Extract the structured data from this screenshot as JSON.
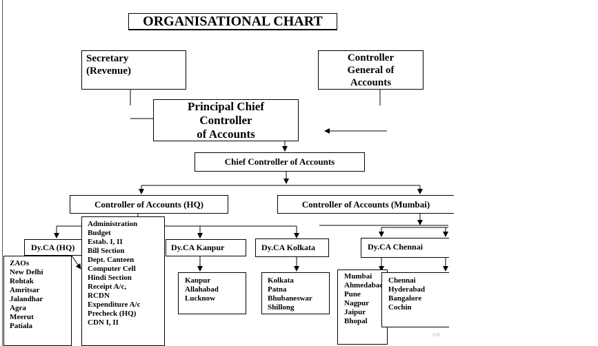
{
  "title": "ORGANISATIONAL CHART",
  "secretary": [
    "Secretary",
    "(Revenue)"
  ],
  "cga": [
    "Controller",
    "General of",
    "Accounts"
  ],
  "pcca": [
    "Principal Chief",
    "Controller",
    "of Accounts"
  ],
  "cca": "Chief Controller of Accounts",
  "ca_hq": "Controller of Accounts (HQ)",
  "ca_mumbai": "Controller of Accounts (Mumbai)",
  "dyca_hq": "Dy.CA (HQ)",
  "dyca_kanpur": "Dy.CA Kanpur",
  "dyca_kolkata": "Dy.CA Kolkata",
  "dyca_chennai": "Dy.CA Chennai",
  "hq_sections": [
    "Administration",
    "Budget",
    "Estab. I, II",
    "Bill Section",
    "Dept. Canteen",
    "Computer Cell",
    "Hindi Section",
    "Receipt A/c,",
    "RCDN",
    "Expenditure A/c",
    "Precheck (HQ)",
    "CDN I, II"
  ],
  "zaos": [
    "ZAOs",
    "New Delhi",
    "Rohtak",
    "Amritsar",
    "Jalandhar",
    "Agra",
    "Meerut",
    "Patiala"
  ],
  "kanpur_offices": [
    "Kanpur",
    "Allahabad",
    "Lucknow"
  ],
  "kolkata_offices": [
    "Kolkata",
    "Patna",
    "Bhubaneswar",
    "Shillong"
  ],
  "mumbai_offices": [
    "Mumbai",
    "Ahmedabad",
    "Pune",
    "Nagpur",
    "Jaipur",
    "Bhopal"
  ],
  "chennai_offices": [
    "Chennai",
    "Hyderabad",
    "Bangalore",
    "Cochin"
  ],
  "nav_icon": "arrow-right-icon"
}
